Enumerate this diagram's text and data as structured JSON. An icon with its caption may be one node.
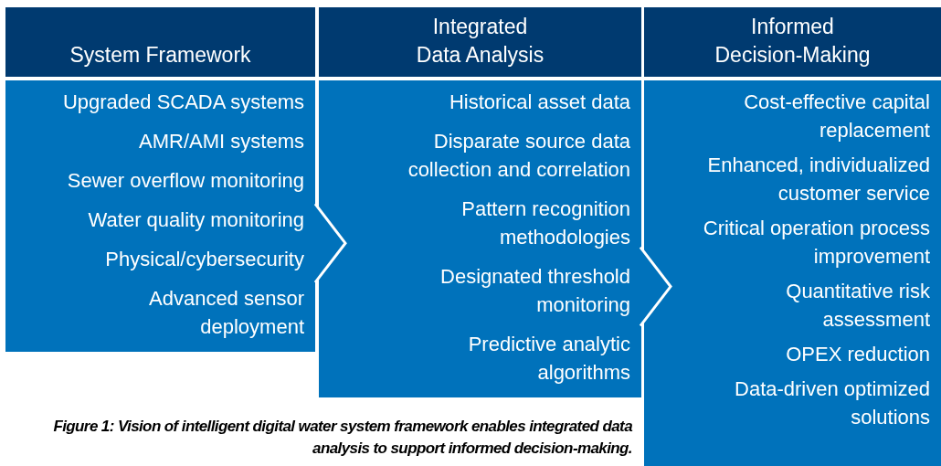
{
  "diagram": {
    "caption": "Figure 1: Vision of intelligent digital water system framework enables integrated data analysis to support informed decision-making.",
    "nodes": [
      {
        "text": [
          "System Framework"
        ]
      },
      {
        "text": [
          "Upgraded SCADA systems",
          "AMR/AMI systems",
          "Sewer overflow monitoring",
          "Water quality monitoring",
          "Physical/cybersecurity",
          "Advanced sensor deployment"
        ]
      },
      {
        "text": [
          "Integrated Data Analysis"
        ]
      },
      {
        "text": [
          "Historical asset data",
          "Disparate source data collection and correlation",
          "Pattern recognition methodologies",
          "Designated threshold monitoring",
          "Predictive analytic algorithms"
        ]
      },
      {
        "text": [
          "Informed Decision-Making"
        ]
      },
      {
        "text": [
          "Cost-effective capital replacement",
          "Enhanced, individualized customer service",
          "Critical operation process improvement",
          "Quantitative risk assessment",
          "OPEX reduction",
          "Data-driven optimized solutions"
        ]
      }
    ],
    "edges": [
      {
        "from": 1,
        "to": 3,
        "arrow": "to"
      },
      {
        "from": 3,
        "to": 5,
        "arrow": "to"
      }
    ]
  }
}
